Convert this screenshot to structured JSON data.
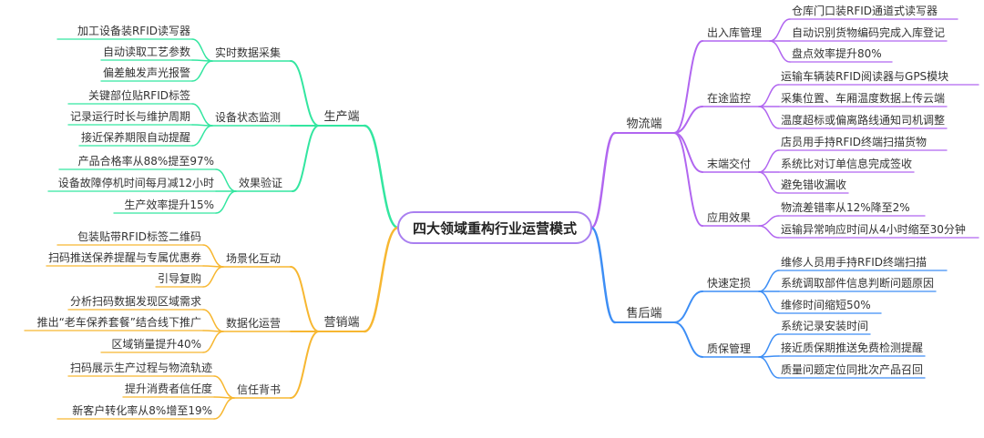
{
  "root": "四大领域重构行业运营模式",
  "colors": {
    "production": "#33e6a0",
    "marketing": "#f7b731",
    "logistics": "#b166f0",
    "aftersales": "#3d8ef5"
  },
  "branches": {
    "production": {
      "label": "生产端",
      "groups": [
        {
          "label": "实时数据采集",
          "leaves": [
            "加工设备装RFID读写器",
            "自动读取工艺参数",
            "偏差触发声光报警"
          ]
        },
        {
          "label": "设备状态监测",
          "leaves": [
            "关键部位贴RFID标签",
            "记录运行时长与维护周期",
            "接近保养期限自动提醒"
          ]
        },
        {
          "label": "效果验证",
          "leaves": [
            "产品合格率从88%提至97%",
            "设备故障停机时间每月减12小时",
            "生产效率提升15%"
          ]
        }
      ]
    },
    "marketing": {
      "label": "营销端",
      "groups": [
        {
          "label": "场景化互动",
          "leaves": [
            "包装贴带RFID标签二维码",
            "扫码推送保养提醒与专属优惠券",
            "引导复购"
          ]
        },
        {
          "label": "数据化运营",
          "leaves": [
            "分析扫码数据发现区域需求",
            "推出“老车保养套餐”结合线下推广",
            "区域销量提升40%"
          ]
        },
        {
          "label": "信任背书",
          "leaves": [
            "扫码展示生产过程与物流轨迹",
            "提升消费者信任度",
            "新客户转化率从8%增至19%"
          ]
        }
      ]
    },
    "logistics": {
      "label": "物流端",
      "groups": [
        {
          "label": "出入库管理",
          "leaves": [
            "仓库门口装RFID通道式读写器",
            "自动识别货物编码完成入库登记",
            "盘点效率提升80%"
          ]
        },
        {
          "label": "在途监控",
          "leaves": [
            "运输车辆装RFID阅读器与GPS模块",
            "采集位置、车厢温度数据上传云端",
            "温度超标或偏离路线通知司机调整"
          ]
        },
        {
          "label": "末端交付",
          "leaves": [
            "店员用手持RFID终端扫描货物",
            "系统比对订单信息完成签收",
            "避免错收漏收"
          ]
        },
        {
          "label": "应用效果",
          "leaves": [
            "物流差错率从12%降至2%",
            "运输异常响应时间从4小时缩至30分钟"
          ]
        }
      ]
    },
    "aftersales": {
      "label": "售后端",
      "groups": [
        {
          "label": "快速定损",
          "leaves": [
            "维修人员用手持RFID终端扫描",
            "系统调取部件信息判断问题原因",
            "维修时间缩短50%"
          ]
        },
        {
          "label": "质保管理",
          "leaves": [
            "系统记录安装时间",
            "接近质保期推送免费检测提醒",
            "质量问题定位同批次产品召回"
          ]
        }
      ]
    }
  }
}
